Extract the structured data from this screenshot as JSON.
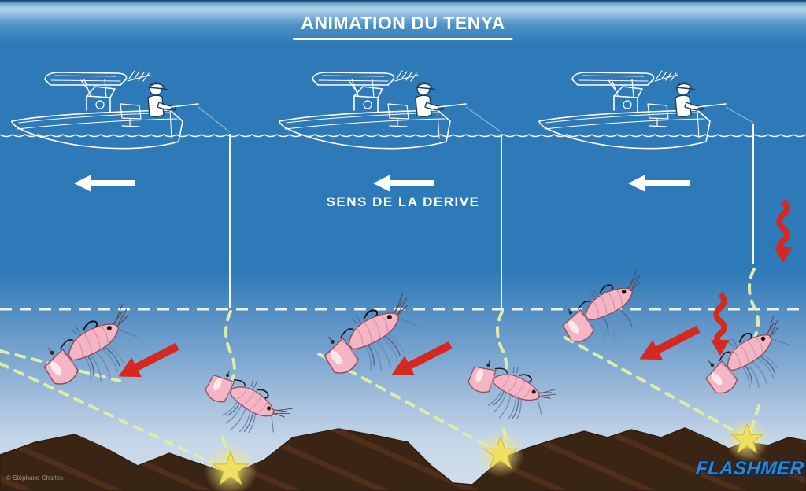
{
  "title": "ANIMATION DU TENYA",
  "drift": {
    "label": "SENS DE LA DERIVE",
    "direction": "left",
    "arrow_count": 3
  },
  "branding": {
    "logo_text": "FLASHMER",
    "copyright": "© Stéphane Charles"
  },
  "scene": {
    "boat_count": 3,
    "boat_description": "white line-drawing of a center-console boat with T-top and seated angler holding a rod",
    "lure_count": 6,
    "lure_type": "tenya shrimp jig (pink shrimp on conical lead head)",
    "bottom_impact_star_count": 3,
    "jig_drop_arrow_count": 2,
    "depth_line": "white horizontal dashed line",
    "trajectory": "yellow-green dashed sawtooth path: lure lifts up-left with drift, falls to seafloor, flashes on impact"
  },
  "colors": {
    "water_blue": "#2e79b7",
    "deep_water_light": "#d2deed",
    "seafloor_brown": "#3a2414",
    "seafloor_stripe": "#50301a",
    "trajectory_dash": "#dcecaa",
    "impact_star": "#efe05e",
    "action_arrow_red": "#d6281e",
    "drift_arrow_white": "#ffffff",
    "brand_blue": "#2f86c8"
  }
}
